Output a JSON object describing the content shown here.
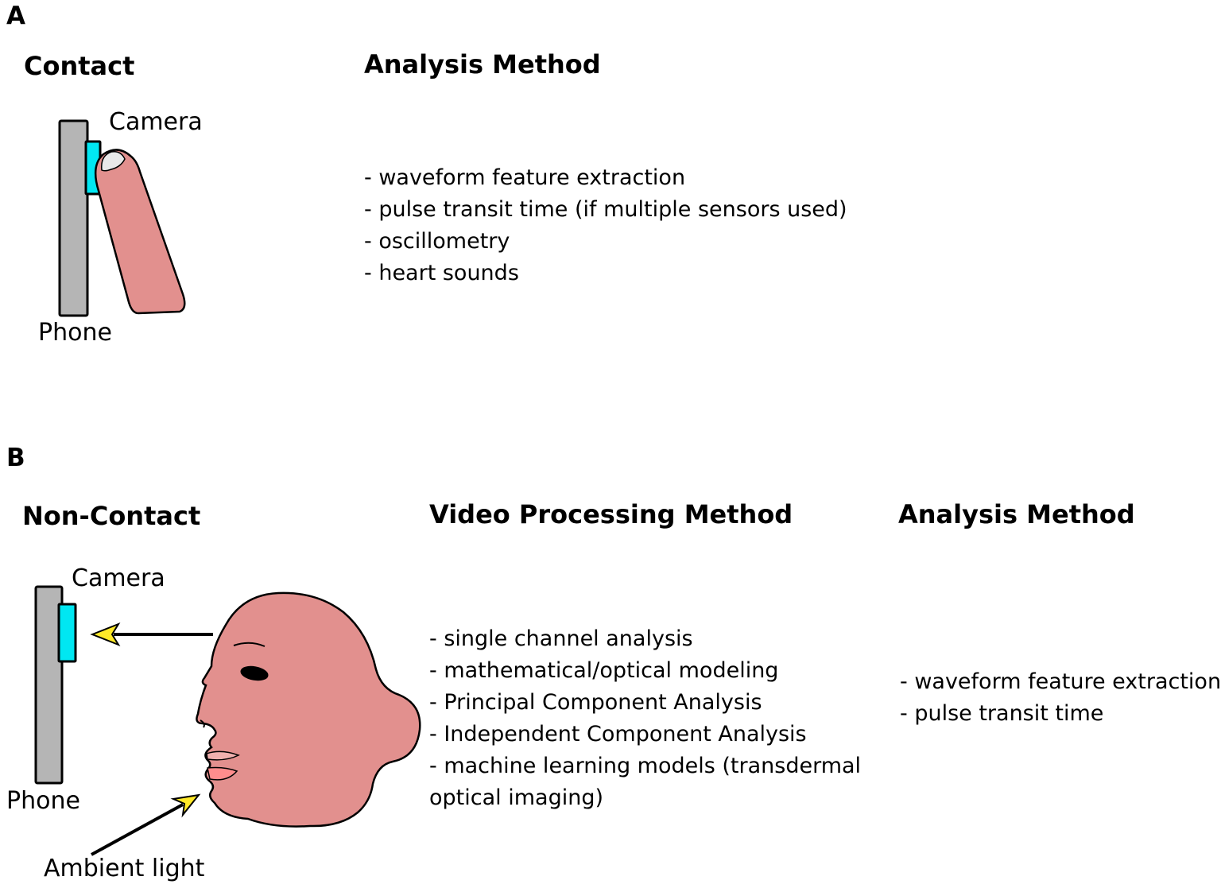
{
  "colors": {
    "skin": "#e2908e",
    "camera_lens": "#00e7f2",
    "phone_body": "#b5b5b5",
    "arrowhead": "#ffe928",
    "nail": "#e9e9e9",
    "upper_lip": "#f0b0ae",
    "lower_lip": "#ff8d8d"
  },
  "panel_a": {
    "label": "A",
    "heading": "Contact",
    "camera_label": "Camera",
    "phone_label": "Phone",
    "analysis": {
      "heading": "Analysis Method",
      "items": [
        "- waveform feature extraction",
        "- pulse transit time (if multiple sensors used)",
        "- oscillometry",
        "- heart sounds"
      ]
    }
  },
  "panel_b": {
    "label": "B",
    "heading": "Non-Contact",
    "camera_label": "Camera",
    "phone_label": "Phone",
    "ambient_light_label": "Ambient light",
    "video_processing": {
      "heading": "Video Processing Method",
      "items": [
        "- single channel analysis",
        "- mathematical/optical modeling",
        "- Principal Component Analysis",
        "- Independent Component Analysis",
        "- machine learning models (transdermal optical imaging)"
      ]
    },
    "analysis": {
      "heading": "Analysis Method",
      "items": [
        "- waveform feature extraction",
        "- pulse transit time"
      ]
    }
  }
}
